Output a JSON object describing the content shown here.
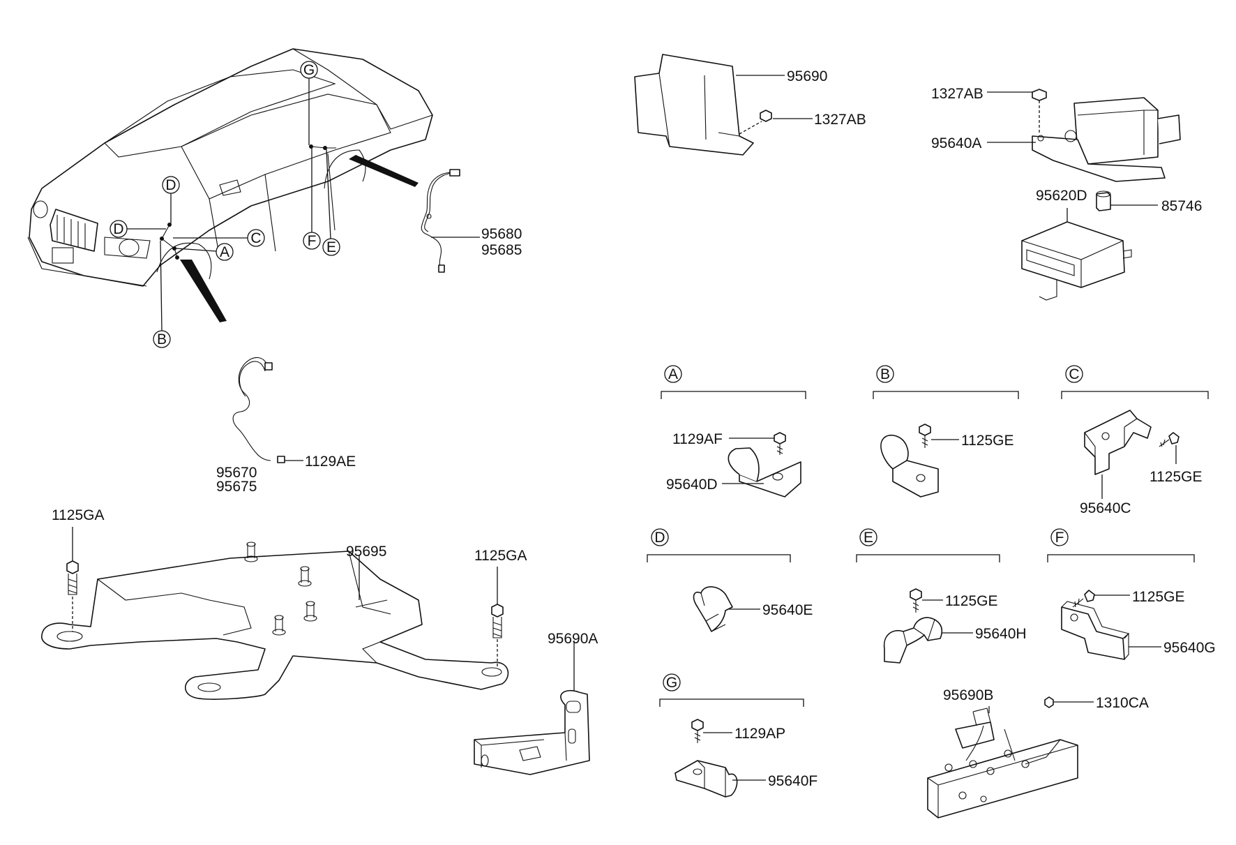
{
  "diagram": {
    "car_callouts": [
      "G",
      "D",
      "D",
      "C",
      "A",
      "B",
      "F",
      "E"
    ],
    "sections": [
      {
        "letter": "A"
      },
      {
        "letter": "B"
      },
      {
        "letter": "C"
      },
      {
        "letter": "D"
      },
      {
        "letter": "E"
      },
      {
        "letter": "F"
      },
      {
        "letter": "G"
      }
    ],
    "part_labels": {
      "p95690": "95690",
      "p1327AB_a": "1327AB",
      "p1327AB_b": "1327AB",
      "p95640A": "95640A",
      "p95620D": "95620D",
      "p85746": "85746",
      "p95680": "95680",
      "p95685": "95685",
      "p95670": "95670",
      "p95675": "95675",
      "p1129AE": "1129AE",
      "p1125GA_a": "1125GA",
      "p1125GA_b": "1125GA",
      "p95695": "95695",
      "p95690A": "95690A",
      "p1129AF": "1129AF",
      "p95640D": "95640D",
      "p1125GE_b": "1125GE",
      "p1125GE_c": "1125GE",
      "p95640C": "95640C",
      "p95640E": "95640E",
      "p1125GE_e": "1125GE",
      "p95640H": "95640H",
      "p1125GE_f": "1125GE",
      "p95640G": "95640G",
      "p1129AP": "1129AP",
      "p95640F": "95640F",
      "p95690B": "95690B",
      "p1310CA": "1310CA"
    }
  }
}
